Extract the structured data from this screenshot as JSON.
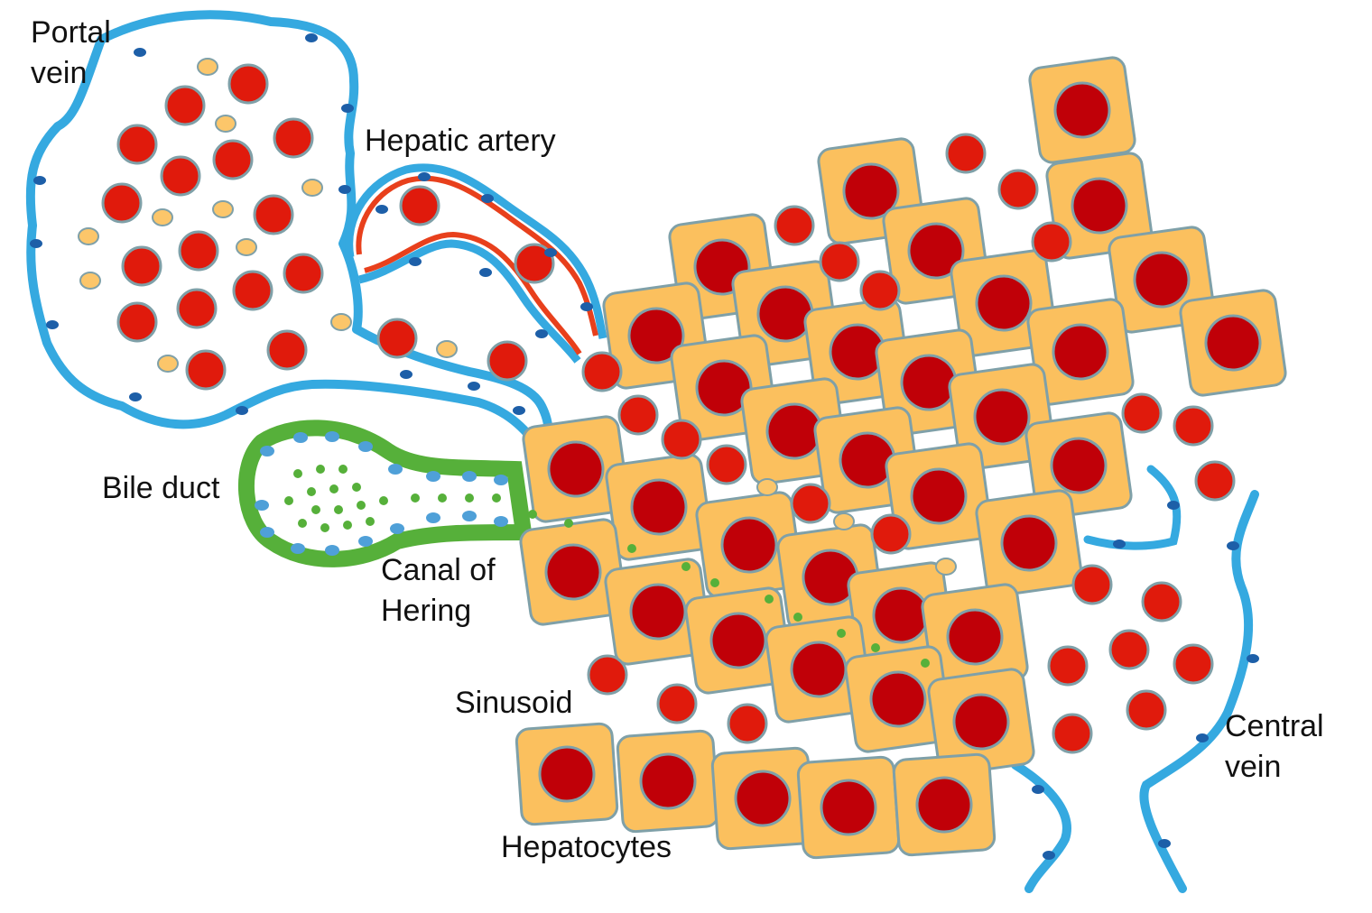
{
  "labels": {
    "portal_vein": [
      "Portal",
      "vein"
    ],
    "hepatic_artery": "Hepatic artery",
    "bile_duct": "Bile duct",
    "canal_of_hering": [
      "Canal of",
      "Hering"
    ],
    "sinusoid": "Sinusoid",
    "central_vein": [
      "Central",
      "vein"
    ],
    "hepatocytes": "Hepatocytes"
  },
  "colors": {
    "red_cell": "#e01a0c",
    "hepatocyte_fill": "#fbc05e",
    "hepatocyte_nucleus": "#c00008",
    "cell_outline": "#7fa0a8",
    "endothelium": "#35a9e0",
    "endothelial_nucleus": "#1d5fa8",
    "bile_epithelium": "#56b03a",
    "bile_nucleus": "#4fa0d8",
    "platelet": "#fcc66a",
    "artery_muscle": "#e8401c"
  }
}
